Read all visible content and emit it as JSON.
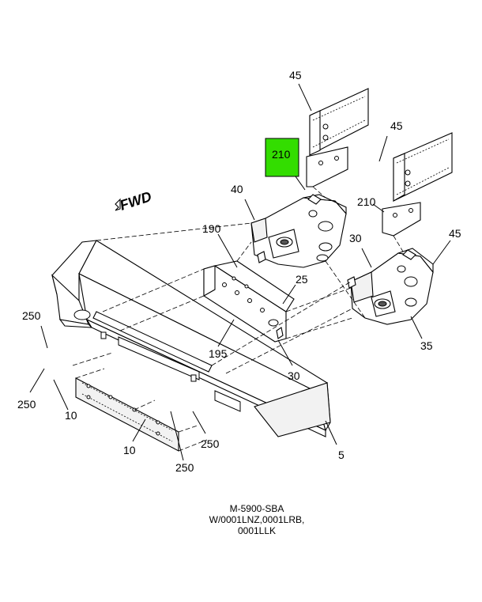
{
  "highlight_color": "#33dd00",
  "fwd_label": "FWD",
  "callouts": {
    "c45_top": "45",
    "c45_mid": "45",
    "c45_right": "45",
    "c210_highlight": "210",
    "c210_right": "210",
    "c40": "40",
    "c190": "190",
    "c30_upper": "30",
    "c25": "25",
    "c195": "195",
    "c30_lower": "30",
    "c35": "35",
    "c250_left": "250",
    "c250_lowerleft": "250",
    "c10_left": "10",
    "c10_bottom": "10",
    "c250_bottom": "250",
    "c250_center": "250",
    "c5": "5"
  },
  "caption": {
    "line1": "M-5900-SBA",
    "line2": "W/0001LNZ,0001LRB,",
    "line3": "0001LLK"
  }
}
